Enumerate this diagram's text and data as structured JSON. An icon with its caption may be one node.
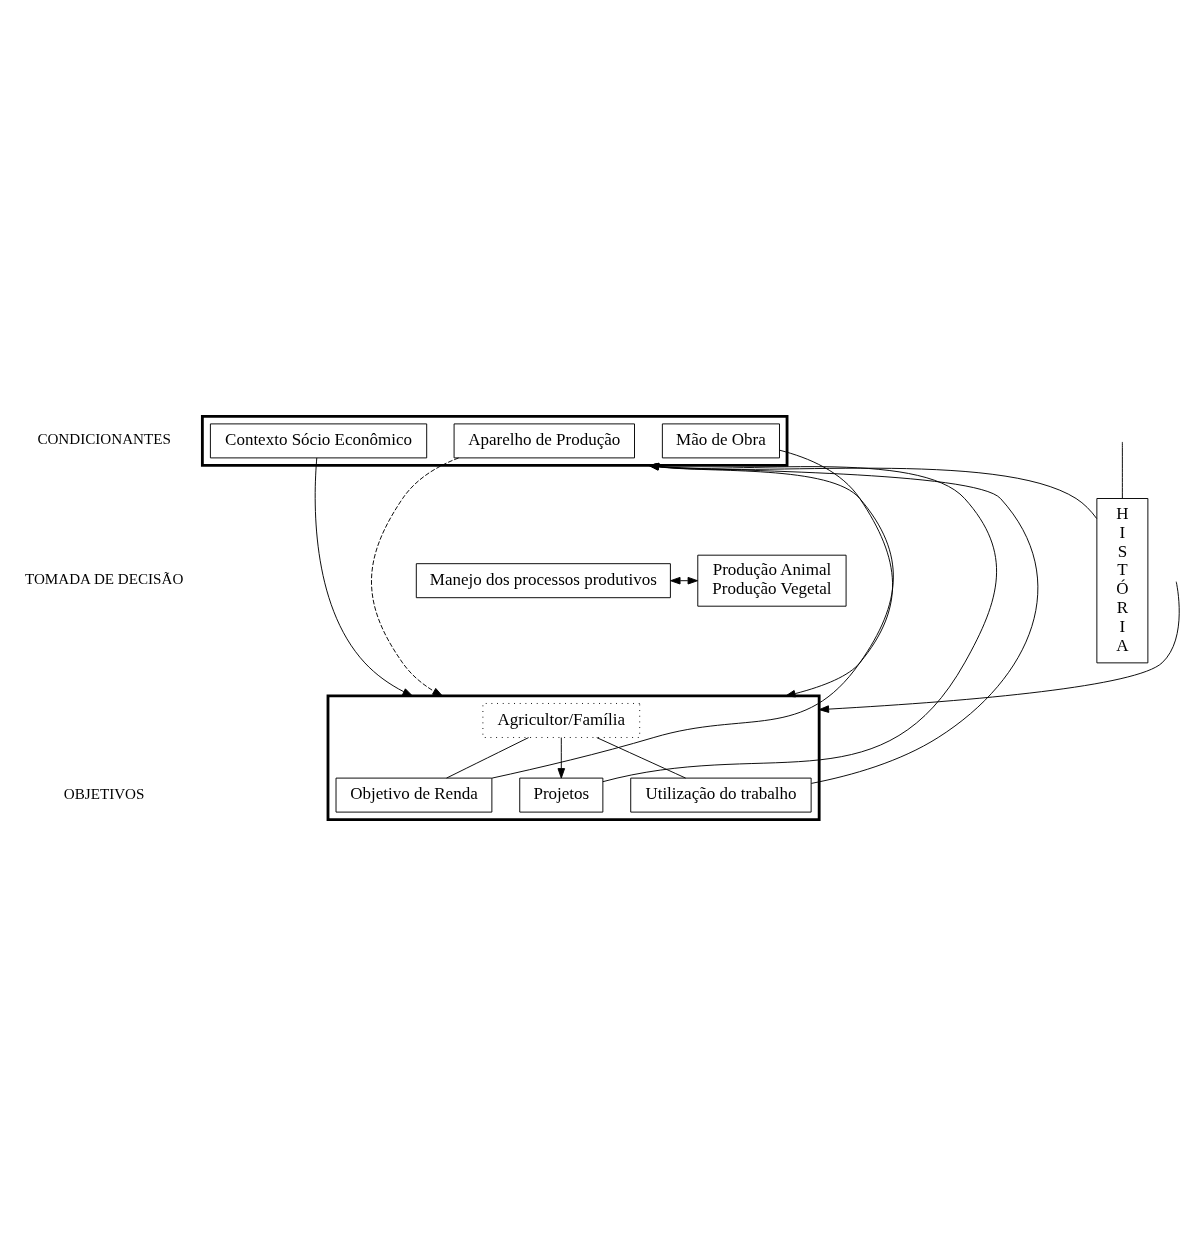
{
  "diagram": {
    "nodes": [
      {
        "text": [],
        "shape": "box"
      },
      {
        "text": [
          "Contexto Sócio Econômico"
        ],
        "in": 0
      },
      {
        "text": [
          "Aparelho de Produção"
        ],
        "in": 0
      },
      {
        "text": [
          "Mão de Obra"
        ],
        "in": 0
      },
      {
        "text": [],
        "shape": "box"
      },
      {
        "text": [
          "Manejo dos processos produtivos"
        ]
      },
      {
        "text": [
          "Produção Animal",
          "Produção Vegetal"
        ]
      },
      {
        "text": [
          "Objetivo de Renda"
        ],
        "in": 4
      },
      {
        "text": [
          "Projetos"
        ],
        "in": 4
      },
      {
        "text": [
          "Utilização do trabalho"
        ],
        "in": 4
      },
      {
        "text": [
          "Agricultor/Família"
        ],
        "in": 4
      },
      {
        "text": [
          "HISTÓRIA"
        ]
      }
    ],
    "edges": [
      {
        "from": 1,
        "to": 4,
        "arrow": "to"
      },
      {
        "from": 2,
        "to": 4,
        "arrow": "to",
        "style": "dashed"
      },
      {
        "from": 3,
        "to": 4,
        "arrow": "to"
      },
      {
        "from": 5,
        "to": 6,
        "arrow": "both"
      },
      {
        "from": 7,
        "to": 0,
        "arrow": "to"
      },
      {
        "from": 8,
        "to": 0,
        "arrow": "to"
      },
      {
        "from": 9,
        "to": 0,
        "arrow": "to"
      },
      {
        "from": 10,
        "to": 7,
        "arrow": "none"
      },
      {
        "from": 10,
        "to": 8,
        "arrow": "to"
      },
      {
        "from": 10,
        "to": 9,
        "arrow": "none"
      },
      {
        "from": null,
        "to": 4,
        "arrow": "to"
      },
      {
        "from": null,
        "to": 11,
        "arrow": "none"
      },
      {
        "from": 11,
        "to": 0,
        "arrow": "to"
      }
    ],
    "labels": [
      "CONDICIONANTES",
      "TOMADA DE DECISÃO",
      "OBJETIVOS"
    ]
  }
}
